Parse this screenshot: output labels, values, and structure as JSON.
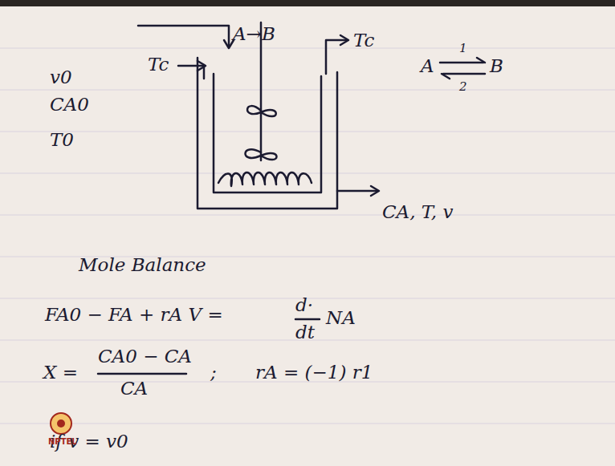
{
  "diagram": {
    "labels": [
      "v0",
      "CA0",
      "T0",
      "Tc",
      "A→B",
      "Tc",
      "A",
      "1",
      "B",
      "2",
      "CA, T, v",
      "Mole Balance",
      "FA0 − FA + rA V =",
      "d·",
      "dt",
      "NA",
      "X =",
      "CA0 − CA",
      "CA",
      ";",
      "rA = (−1) r1",
      "if v = v0",
      "NPTEL"
    ]
  }
}
